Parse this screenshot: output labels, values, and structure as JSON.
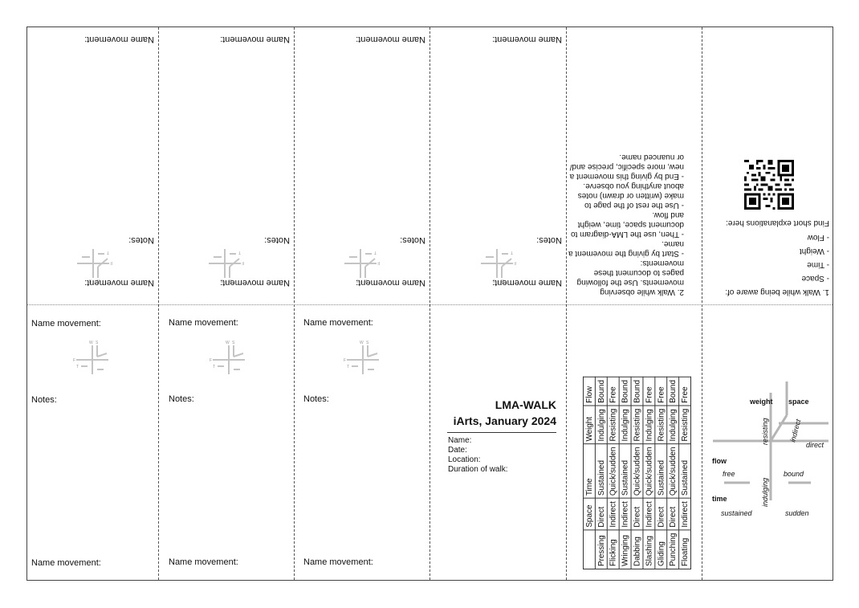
{
  "labels": {
    "name_movement": "Name movement:",
    "notes": "Notes:"
  },
  "diagram_letters": {
    "w": "W",
    "s": "S",
    "f": "F",
    "t": "T"
  },
  "cover": {
    "title_line1": "LMA-WALK",
    "title_line2": "iArts, January 2024",
    "fields": [
      "Name:",
      "Date:",
      "Location:",
      "Duration of walk:"
    ]
  },
  "instructions1": {
    "heading": "1. Walk while being aware of:",
    "items": [
      "- Space",
      "- Time",
      "- Weight",
      "- Flow"
    ],
    "qr_caption": "Find short explanations here:"
  },
  "instructions2": {
    "lines": [
      "2. Walk while observing",
      "movements. Use the following",
      "pages to document these",
      "movements:",
      "- Start by giving the movement a",
      "name.",
      "- Then, use the LMA-diagram to",
      "document space, time, weight",
      "and flow.",
      "- Use the rest of the page to",
      "make (written or drawn) notes",
      "about anything you observe.",
      "- End by giving this movement a",
      "new, more specific, precise and/",
      "or nuanced name."
    ]
  },
  "efforts_table": {
    "headers": [
      "",
      "Space",
      "Time",
      "Weight",
      "Flow"
    ],
    "rows": [
      [
        "Pressing",
        "Direct",
        "Sustained",
        "Indulging",
        "Bound"
      ],
      [
        "Flicking",
        "Indirect",
        "Quick/sudden",
        "Resisting",
        "Free"
      ],
      [
        "Wringing",
        "Indirect",
        "Sustained",
        "Indulging",
        "Bound"
      ],
      [
        "Dabbing",
        "Direct",
        "Quick/sudden",
        "Resisting",
        "Bound"
      ],
      [
        "Slashing",
        "Indirect",
        "Quick/sudden",
        "Indulging",
        "Free"
      ],
      [
        "Gliding",
        "Direct",
        "Sustained",
        "Resisting",
        "Free"
      ],
      [
        "Punching",
        "Direct",
        "Quick/sudden",
        "Indulging",
        "Bound"
      ],
      [
        "Floating",
        "Indirect",
        "Sustained",
        "Resisting",
        "Free"
      ]
    ]
  },
  "effort_diagram": {
    "weight": "weight",
    "space": "space",
    "resisting": "resisting",
    "indirect": "indirect",
    "direct": "direct",
    "flow": "flow",
    "free": "free",
    "bound": "bound",
    "indulging": "indulging",
    "time": "time",
    "sustained": "sustained",
    "sudden": "sudden"
  }
}
